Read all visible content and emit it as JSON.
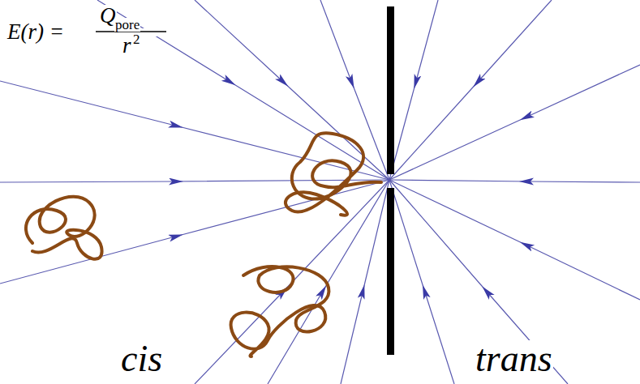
{
  "diagram": {
    "labels": [
      "E(r) =",
      "Q",
      "pore",
      "r",
      "2",
      "cis",
      "trans"
    ]
  }
}
